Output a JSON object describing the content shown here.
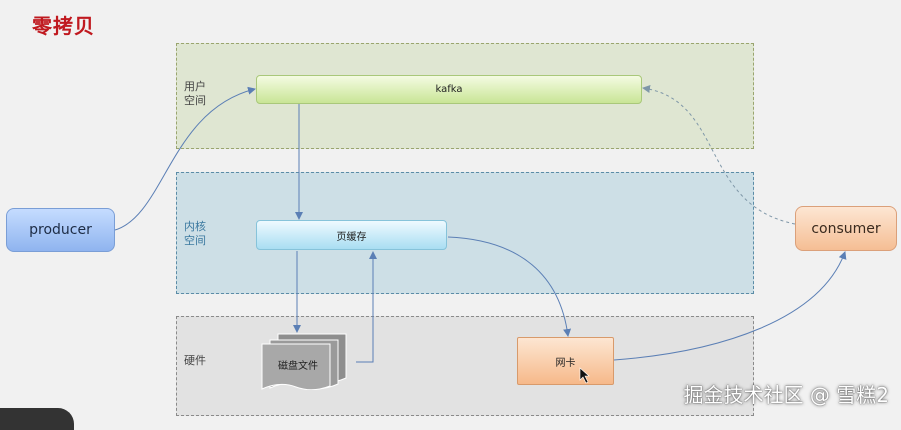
{
  "title": "零拷贝",
  "zones": {
    "user_space": "用户空间",
    "kernel_space": "内核空间",
    "hardware": "硬件"
  },
  "nodes": {
    "kafka": "kafka",
    "page_cache": "页缓存",
    "disk_file": "磁盘文件",
    "nic": "网卡",
    "producer": "producer",
    "consumer": "consumer"
  },
  "watermark": "掘金技术社区 @ 雪糕2"
}
